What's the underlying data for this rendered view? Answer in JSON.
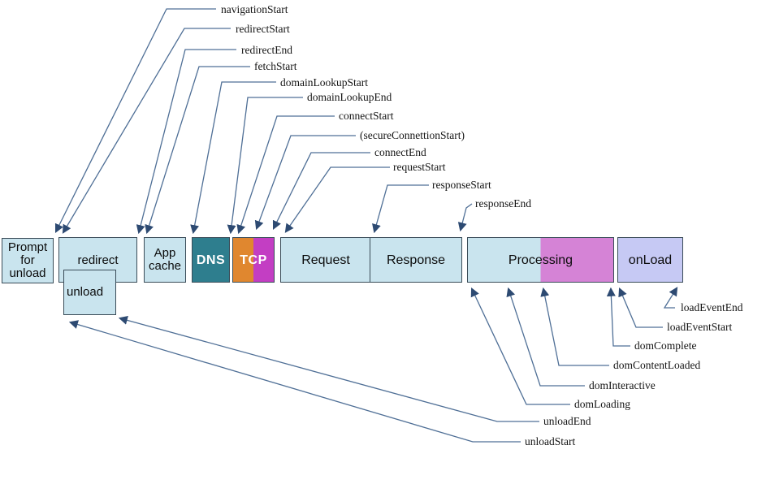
{
  "boxes": {
    "prompt_for_unload": "Prompt\nfor\nunload",
    "redirect": "redirect",
    "unload": "unload",
    "app_cache": "App\ncache",
    "dns": "DNS",
    "tcp": "TCP",
    "request": "Request",
    "response": "Response",
    "processing": "Processing",
    "onload": "onLoad"
  },
  "events": {
    "navigationStart": "navigationStart",
    "redirectStart": "redirectStart",
    "redirectEnd": "redirectEnd",
    "fetchStart": "fetchStart",
    "domainLookupStart": "domainLookupStart",
    "domainLookupEnd": "domainLookupEnd",
    "connectStart": "connectStart",
    "secureConnectionStart": "(secureConnettionStart)",
    "connectEnd": "connectEnd",
    "requestStart": "requestStart",
    "responseStart": "responseStart",
    "responseEnd": "responseEnd",
    "loadEventEnd": "loadEventEnd",
    "loadEventStart": "loadEventStart",
    "domComplete": "domComplete",
    "domContentLoaded": "domContentLoaded",
    "domInteractive": "domInteractive",
    "domLoading": "domLoading",
    "unloadEnd": "unloadEnd",
    "unloadStart": "unloadStart"
  },
  "colors": {
    "light_blue": "#c9e4ee",
    "teal": "#2e7e8e",
    "orange": "#e0872f",
    "magenta": "#c33ec3",
    "orchid": "#d583d6",
    "lavender": "#c6c9f4",
    "box_border": "#3a4c58",
    "connector_line": "#4f6f96",
    "arrowhead": "#2d4a72"
  }
}
